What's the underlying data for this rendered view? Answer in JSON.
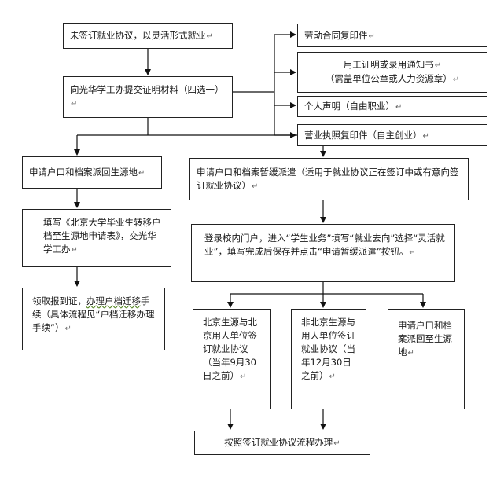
{
  "nodes": {
    "start": "未签订就业协议，以灵活形式就业",
    "submit": "向光华学工办提交证明材料（四选一）",
    "opt1": "劳动合同复印件",
    "opt2a": "用工证明或录用通知书",
    "opt2b": "（需盖单位公章或人力资源章）",
    "opt3": "个人声明（自由职业）",
    "opt4": "营业执照复印件（自主创业）",
    "left1": "申请户口和档案派回生源地",
    "left2_a": "填写《北京大学毕业生转移户档至生源地申请表》，交光华学工办",
    "left3_a": "领取报到证，",
    "left3_b": "办理户档迁移",
    "left3_c": "手续（具体流程见“户档迁移办理手续”）",
    "right1": "申请户口和档案暂缓派遣（适用于就业协议正在签订中或有意向签订就业协议）",
    "right2": "登录校内门户，进入“学生业务”填写“就业去向”选择“灵活就业”，填写完成后保存并点击“申请暂缓派遣”按钮。",
    "sub1": "北京生源与北京用人单位签订就业协议（当年9月30日之前）",
    "sub2": "非北京生源与用人单位签订就业协议（当年12月30日之前）",
    "sub3": "申请户口和档案派回至生源地",
    "final": "按照签订就业协议流程办理"
  },
  "para_mark": "↵"
}
